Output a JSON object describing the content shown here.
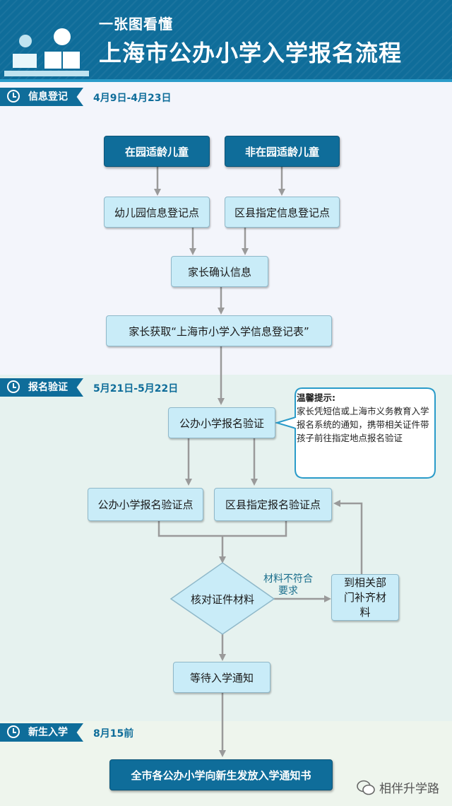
{
  "header": {
    "subtitle": "一张图看懂",
    "title": "上海市公办小学入学报名流程"
  },
  "stages": [
    {
      "label": "信息登记",
      "date": "4月9日-4月23日"
    },
    {
      "label": "报名验证",
      "date": "5月21日-5月22日"
    },
    {
      "label": "新生入学",
      "date": "8月15前"
    }
  ],
  "flow": {
    "kindergarten_children": "在园适龄儿童",
    "non_kindergarten_children": "非在园适龄儿童",
    "kindergarten_registration_point": "幼儿园信息登记点",
    "district_registration_point": "区县指定信息登记点",
    "parent_confirm": "家长确认信息",
    "parent_obtain_form": "家长获取“上海市小学入学信息登记表”",
    "public_school_verification": "公办小学报名验证",
    "public_school_verification_point": "公办小学报名验证点",
    "district_verification_point": "区县指定报名验证点",
    "check_documents": "核对证件材料",
    "not_qualified": "材料不符合要求",
    "go_department": "到相关部门补齐材料",
    "wait_notice": "等待入学通知",
    "issue_notice": "全市各公办小学向新生发放入学通知书"
  },
  "tip": {
    "title": "温馨提示:",
    "text": "家长凭短信或上海市义务教育入学报名系统的通知，携带相关证件带孩子前往指定地点报名验证"
  },
  "watermark": "相伴升学路",
  "colors": {
    "primary": "#0f6d9a",
    "box_fill": "#c9ecf8",
    "arrow": "#9a9a9a"
  }
}
